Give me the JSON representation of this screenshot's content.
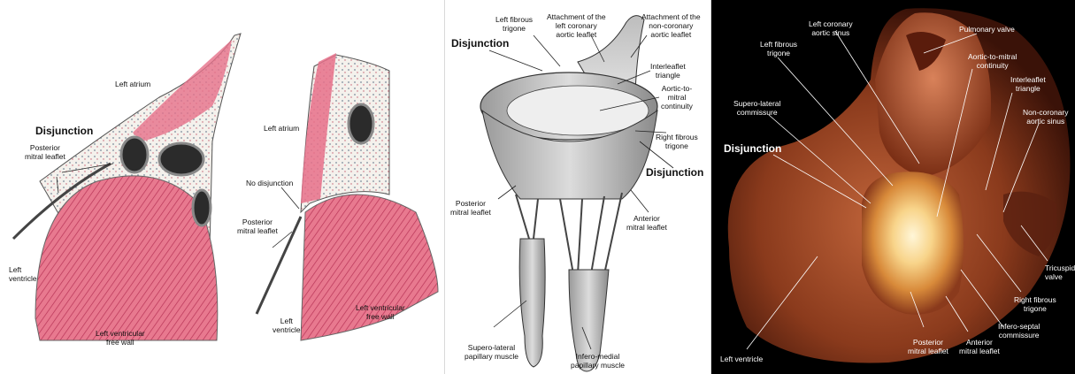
{
  "panel_left": {
    "left_atrium_1": "Left atrium",
    "disjunction": "Disjunction",
    "posterior_mitral_leaflet_1": [
      "Posterior",
      "mitral leaflet"
    ],
    "left_ventricle_1": [
      "Left",
      "ventricle"
    ],
    "free_wall_1": [
      "Left ventricular",
      "free wall"
    ],
    "left_atrium_2": "Left atrium",
    "no_disjunction": "No disjunction",
    "posterior_mitral_leaflet_2": [
      "Posterior",
      "mitral leaflet"
    ],
    "left_ventricle_2": [
      "Left",
      "ventricle"
    ],
    "free_wall_2": [
      "Left ventricular",
      "free wall"
    ]
  },
  "panel_mid": {
    "left_fibrous_trigone": [
      "Left fibrous",
      "trigone"
    ],
    "attach_left_coronary": [
      "Attachment of the",
      "left coronary",
      "aortic leaflet"
    ],
    "attach_non_coronary": [
      "Attachment of the",
      "non-coronary",
      "aortic leaflet"
    ],
    "disjunction_top": "Disjunction",
    "interleaflet_triangle": [
      "Interleaflet",
      "triangle"
    ],
    "aortic_mitral_continuity": [
      "Aortic-to-",
      "mitral",
      "continuity"
    ],
    "right_fibrous_trigone": [
      "Right fibrous",
      "trigone"
    ],
    "disjunction_right": "Disjunction",
    "posterior_mitral_leaflet": [
      "Posterior",
      "mitral leaflet"
    ],
    "anterior_mitral_leaflet": [
      "Anterior",
      "mitral leaflet"
    ],
    "supero_lateral_papillary": [
      "Supero-lateral",
      "papillary muscle"
    ],
    "infero_medial_papillary": [
      "Infero-medial",
      "papillary muscle"
    ]
  },
  "panel_right": {
    "left_coronary_sinus": [
      "Left coronary",
      "aortic sinus"
    ],
    "pulmonary_valve": "Pulmonary valve",
    "left_fibrous_trigone": [
      "Left fibrous",
      "trigone"
    ],
    "aortic_mitral_continuity": [
      "Aortic-to-mitral",
      "continuity"
    ],
    "interleaflet_triangle": [
      "Interleaflet",
      "triangle"
    ],
    "supero_lateral_commissure": [
      "Supero-lateral",
      "commissure"
    ],
    "non_coronary_sinus": [
      "Non-coronary",
      "aortic sinus"
    ],
    "disjunction": "Disjunction",
    "tricuspid_valve": [
      "Tricuspid",
      "valve"
    ],
    "right_fibrous_trigone": [
      "Right fibrous",
      "trigone"
    ],
    "infero_septal_commissure": [
      "Infero-septal",
      "commissure"
    ],
    "anterior_mitral_leaflet": [
      "Anterior",
      "mitral leaflet"
    ],
    "posterior_mitral_leaflet": [
      "Posterior",
      "mitral leaflet"
    ],
    "left_ventricle": "Left ventricle"
  }
}
